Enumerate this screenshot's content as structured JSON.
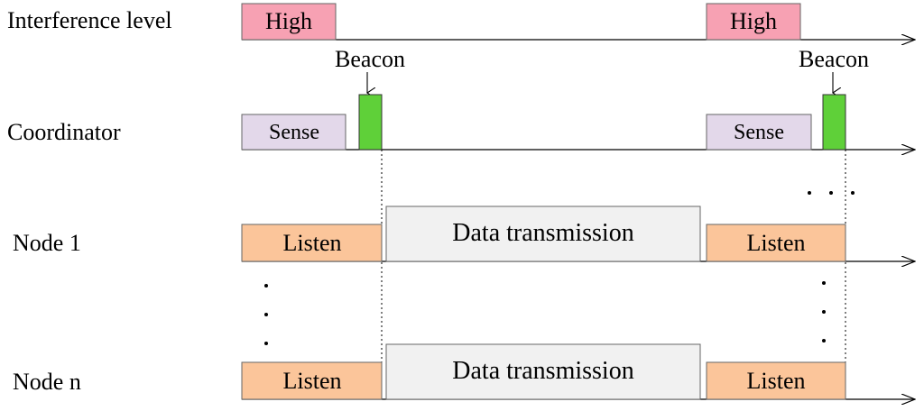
{
  "rows": {
    "interference": "Interference level",
    "coordinator": "Coordinator",
    "node1": "Node 1",
    "noden": "Node n"
  },
  "interference_blocks": [
    "High",
    "High"
  ],
  "beacon_labels": [
    "Beacon",
    "Beacon"
  ],
  "coordinator_blocks": [
    "Sense",
    "Sense"
  ],
  "node1_blocks": {
    "listen_1": "Listen",
    "data": "Data transmission",
    "listen_2": "Listen"
  },
  "noden_blocks": {
    "listen_1": "Listen",
    "data": "Data transmission",
    "listen_2": "Listen"
  },
  "colors": {
    "high": "#f7a1b3",
    "sense": "#e3d8ea",
    "beacon": "#5fd039",
    "listen": "#fbc59a",
    "data": "#f1f1f1"
  }
}
